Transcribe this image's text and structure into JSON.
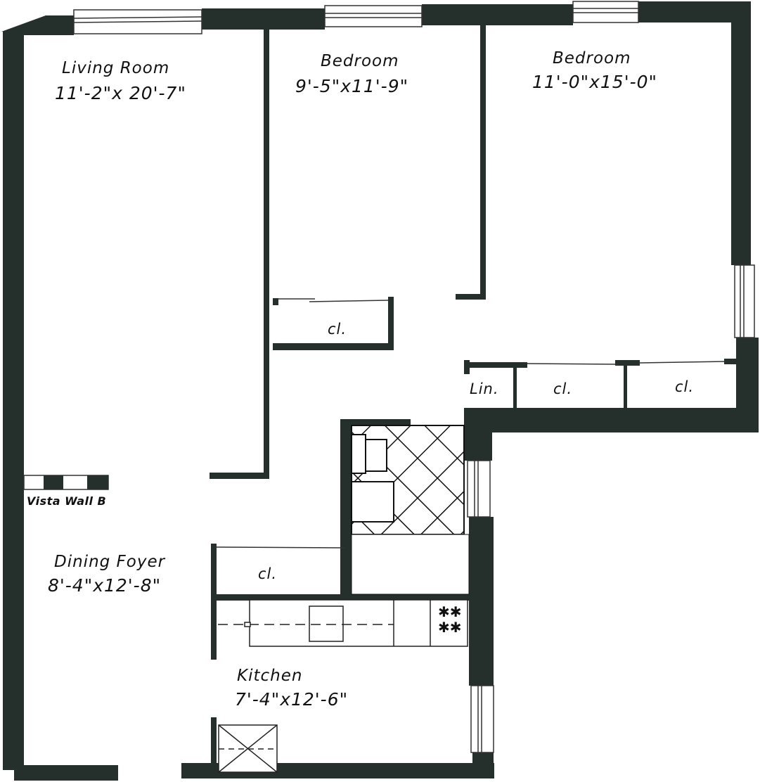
{
  "plan": {
    "wall_color": "#25302c",
    "background_color": "#ffffff",
    "rooms": [
      {
        "name": "Living Room",
        "dimensions": "11'-2\"x 20'-7\""
      },
      {
        "name": "Bedroom",
        "dimensions": "9'-5\"x11'-9\""
      },
      {
        "name": "Bedroom",
        "dimensions": "11'-0\"x15'-0\""
      },
      {
        "name": "Dining Foyer",
        "dimensions": "8'-4\"x12'-8\""
      },
      {
        "name": "Kitchen",
        "dimensions": "7'-4\"x12'-6\""
      }
    ],
    "closets": [
      {
        "label": "cl."
      },
      {
        "label": "Lin."
      },
      {
        "label": "cl."
      },
      {
        "label": "cl."
      },
      {
        "label": "cl."
      }
    ],
    "features": [
      {
        "label": "Vista Wall B"
      }
    ],
    "icons": [
      "stove-burner-icon",
      "refrigerator-icon",
      "sink-icon",
      "bathroom-tile-floor"
    ]
  }
}
